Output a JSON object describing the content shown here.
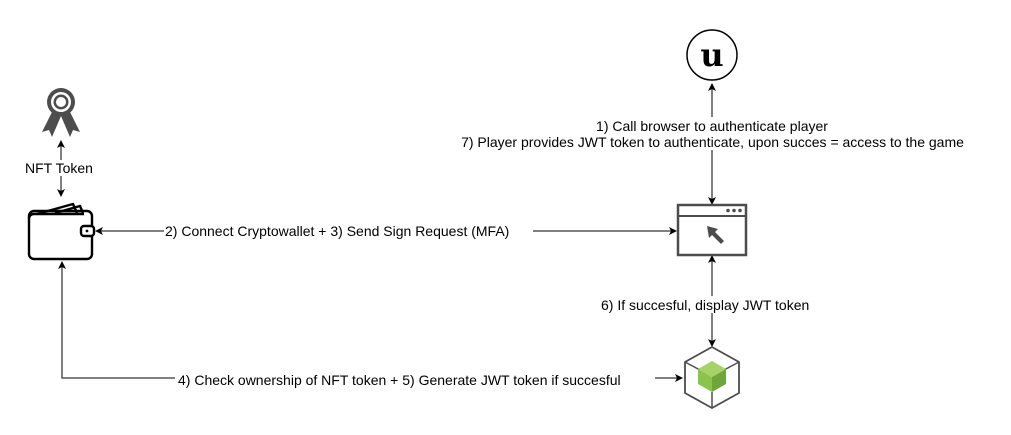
{
  "diagram": {
    "nodes": {
      "nft": {
        "label": "NFT Token",
        "icon": "award-ribbon-icon"
      },
      "wallet": {
        "label": "",
        "icon": "wallet-icon"
      },
      "unreal": {
        "label": "",
        "icon": "unreal-engine-logo-icon"
      },
      "browser": {
        "label": "",
        "icon": "browser-window-icon"
      },
      "backend": {
        "label": "",
        "icon": "cube-service-icon"
      }
    },
    "edges": {
      "browser_unreal": {
        "line1": "1) Call browser to authenticate player",
        "line2": "7) Player provides JWT token to authenticate, upon succes = access to the game"
      },
      "wallet_browser": "2) Connect Cryptowallet + 3) Send Sign Request (MFA)",
      "wallet_backend": "4) Check ownership of NFT token + 5) Generate JWT token if succesful",
      "browser_backend": "6) If succesful, display JWT token"
    },
    "colors": {
      "line": "#000000",
      "icon_gray": "#4d4d4d",
      "cube_green": "#8cc34a",
      "cube_green_dark": "#6fa63a"
    }
  }
}
